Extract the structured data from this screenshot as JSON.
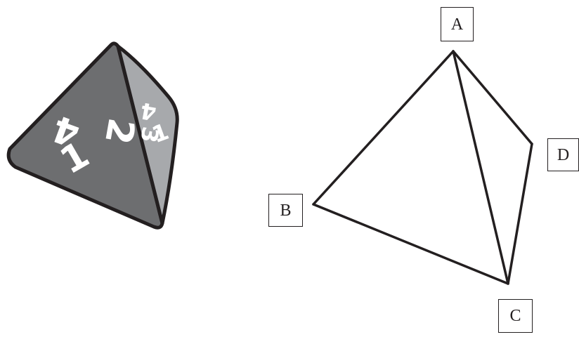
{
  "die": {
    "front_face_numbers": [
      "4",
      "2",
      "1"
    ],
    "side_face_numbers": [
      "4",
      "3",
      "1"
    ],
    "colors": {
      "front_face": "#6d6e70",
      "side_face": "#a7a9ac",
      "outline": "#231f20",
      "numbers": "#ffffff"
    }
  },
  "tetrahedron": {
    "vertex_labels": {
      "a": "A",
      "b": "B",
      "c": "C",
      "d": "D"
    },
    "edge_color": "#231f20"
  }
}
